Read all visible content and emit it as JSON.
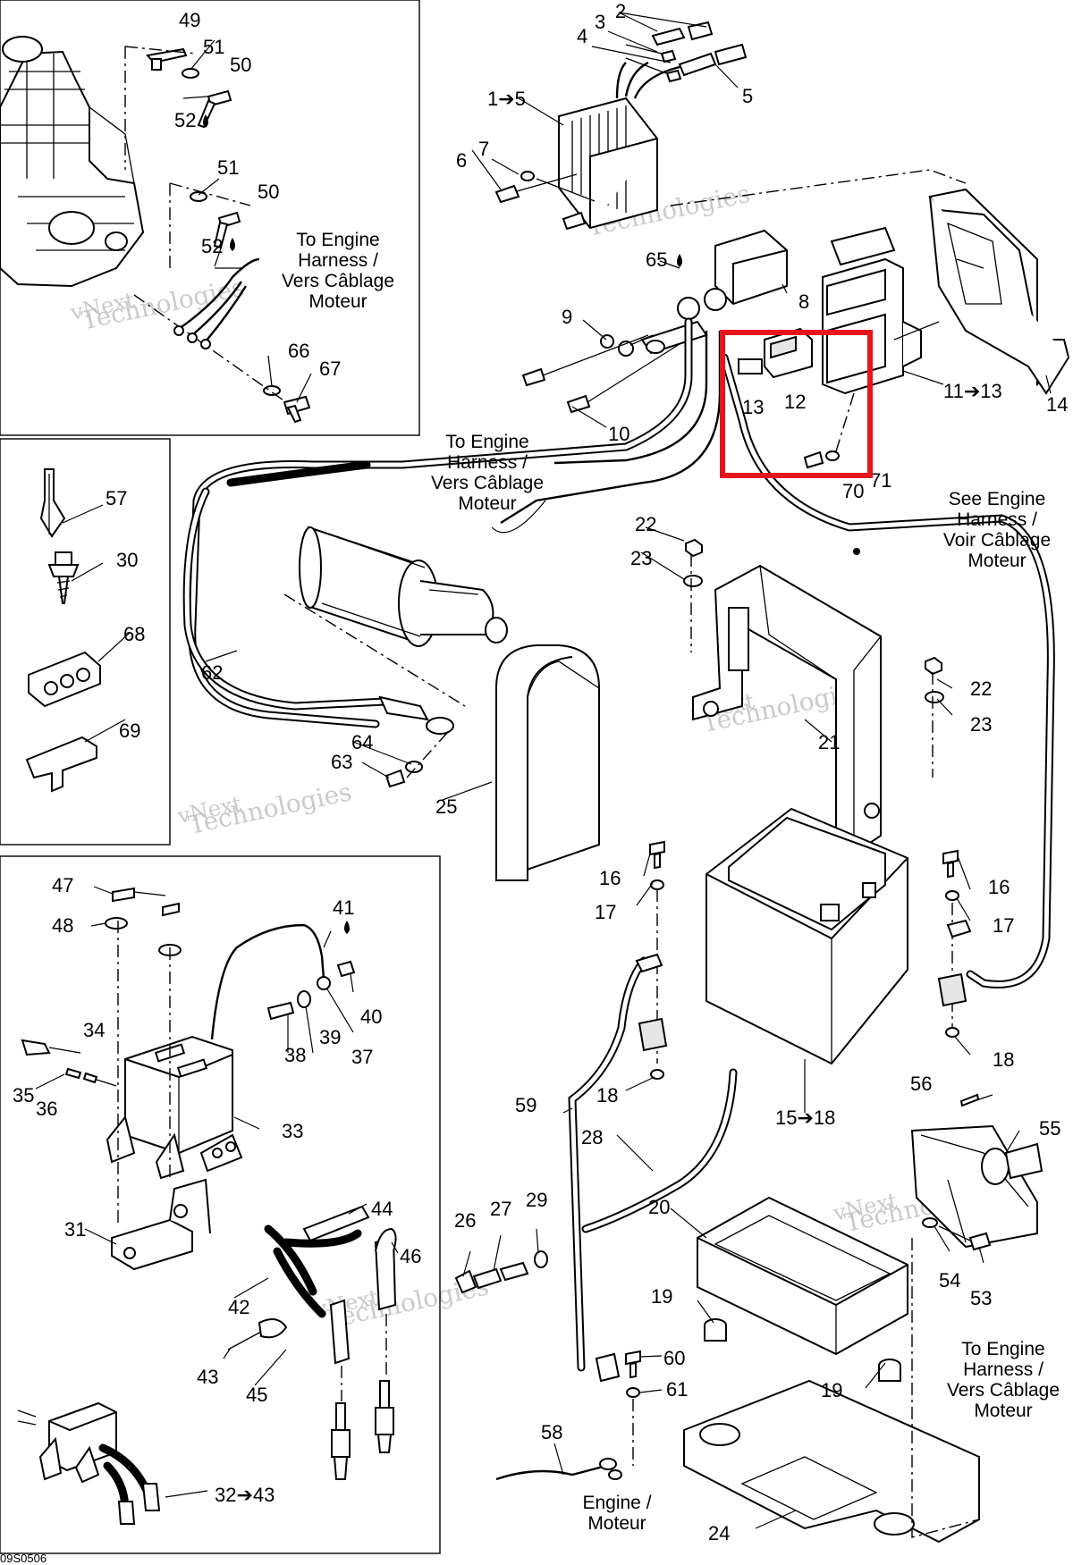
{
  "diagram_code": "09S0506",
  "watermark": {
    "line1": "vNext",
    "line2": "Technologies"
  },
  "highlight_color": "#e8141c",
  "notes": {
    "engine_harness_1": [
      "To Engine",
      "Harness /",
      "Vers Câblage",
      "Moteur"
    ],
    "engine_harness_2": [
      "To Engine",
      "Harness /",
      "Vers Câblage",
      "Moteur"
    ],
    "see_engine_harness": [
      "See Engine",
      "Harness /",
      "Voir Câblage",
      "Moteur"
    ],
    "engine_harness_3": [
      "To Engine",
      "Harness /",
      "Vers Câblage",
      "Moteur"
    ],
    "engine_moteur": [
      "Engine /",
      "Moteur"
    ]
  },
  "callouts": {
    "c49": "49",
    "c51a": "51",
    "c50a": "50",
    "c52a": "52",
    "c51b": "51",
    "c50b": "50",
    "c52b": "52",
    "c66": "66",
    "c67": "67",
    "c2": "2",
    "c3": "3",
    "c4": "4",
    "c5": "5",
    "c1to5": "1➔5",
    "c7": "7",
    "c6": "6",
    "c65": "65",
    "c8": "8",
    "c9": "9",
    "c10": "10",
    "c13": "13",
    "c12": "12",
    "c11to13": "11➔13",
    "c14": "14",
    "c70": "70",
    "c71": "71",
    "c57": "57",
    "c30": "30",
    "c68": "68",
    "c69": "69",
    "c62": "62",
    "c64": "64",
    "c63": "63",
    "c25": "25",
    "c22a": "22",
    "c23a": "23",
    "c22b": "22",
    "c23b": "23",
    "c21": "21",
    "c16a": "16",
    "c17a": "17",
    "c16b": "16",
    "c17b": "17",
    "c18a": "18",
    "c18b": "18",
    "c15to18": "15➔18",
    "c59": "59",
    "c28": "28",
    "c56": "56",
    "c55": "55",
    "c26": "26",
    "c27": "27",
    "c29": "29",
    "c20": "20",
    "c54": "54",
    "c53": "53",
    "c19a": "19",
    "c19b": "19",
    "c60": "60",
    "c61": "61",
    "c58": "58",
    "c24": "24",
    "c47": "47",
    "c48": "48",
    "c41": "41",
    "c40": "40",
    "c38": "38",
    "c39": "39",
    "c37": "37",
    "c34": "34",
    "c35": "35",
    "c36": "36",
    "c33": "33",
    "c44": "44",
    "c46": "46",
    "c31": "31",
    "c42": "42",
    "c43": "43",
    "c45": "45",
    "c32to43": "32➔43"
  }
}
